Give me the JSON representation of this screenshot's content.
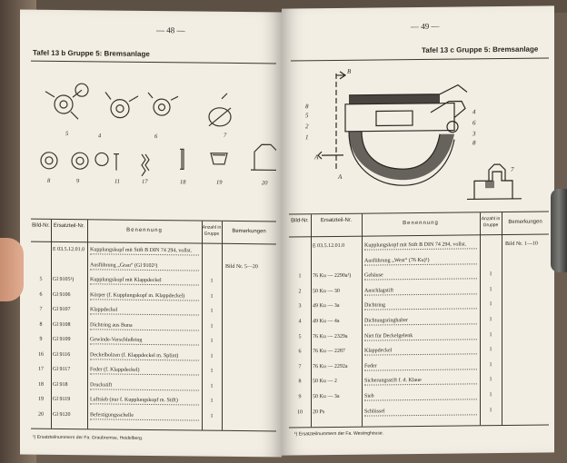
{
  "left_page": {
    "page_number": "— 48 —",
    "header": "Tafel 13 b   Gruppe 5: Bremsanlage",
    "figure_labels": [
      "4",
      "5",
      "6",
      "7",
      "8",
      "9",
      "11",
      "17",
      "18",
      "19",
      "20"
    ],
    "columns": [
      "Bild-Nr.",
      "Ersatzteil-Nr.",
      "Benennung",
      "Anzahl in Gruppe",
      "Bemerkungen"
    ],
    "rows": [
      {
        "bild": "",
        "nr": "E 03.5.12.01.0",
        "desc": "Kupplungskopf mit Stift B DIN 74 294, vollst.",
        "anz": "",
        "bem": ""
      },
      {
        "bild": "",
        "nr": "",
        "desc": "Ausführung „Grau“ (Gl 9102¹)",
        "anz": "",
        "bem": "Bild Nr. 5—20"
      },
      {
        "bild": "5",
        "nr": "Gl 9105¹)",
        "desc": "Kupplungskopf mit Klappdeckel",
        "anz": "1",
        "bem": ""
      },
      {
        "bild": "6",
        "nr": "Gl 9106",
        "desc": "Körper (f. Kupplungskopf m. Klappdeckel)",
        "anz": "1",
        "bem": ""
      },
      {
        "bild": "7",
        "nr": "Gl 9107",
        "desc": "Klappdeckel",
        "anz": "1",
        "bem": ""
      },
      {
        "bild": "8",
        "nr": "Gl 9108",
        "desc": "Dichtring aus Buna",
        "anz": "1",
        "bem": ""
      },
      {
        "bild": "9",
        "nr": "Gl 9109",
        "desc": "Gewinde-Verschlußring",
        "anz": "1",
        "bem": ""
      },
      {
        "bild": "16",
        "nr": "Gl 9116",
        "desc": "Deckelbolzen (f. Klappdeckel m. Splint)",
        "anz": "1",
        "bem": ""
      },
      {
        "bild": "17",
        "nr": "Gl 9117",
        "desc": "Feder (f. Klappdeckel)",
        "anz": "1",
        "bem": ""
      },
      {
        "bild": "18",
        "nr": "Gl 918",
        "desc": "Druckstift",
        "anz": "1",
        "bem": ""
      },
      {
        "bild": "19",
        "nr": "Gl 9119",
        "desc": "Luftsieb (nur f. Kupplungskopf m. Stift)",
        "anz": "1",
        "bem": ""
      },
      {
        "bild": "20",
        "nr": "Gl 9120",
        "desc": "Befestigungsschelle",
        "anz": "1",
        "bem": ""
      }
    ],
    "footnote": "¹) Ersatzteilnummern der Fa. Graubremse, Heidelberg."
  },
  "right_page": {
    "page_number": "— 49 —",
    "header": "Tafel 13 c   Gruppe 5: Bremsanlage",
    "figure_labels": [
      "B",
      "A",
      "A",
      "1",
      "2",
      "3",
      "4",
      "5",
      "6",
      "7",
      "8",
      "8"
    ],
    "columns": [
      "Bild-Nr.",
      "Ersatzteil-Nr.",
      "Benennung",
      "Anzahl in Gruppe",
      "Bemerkungen"
    ],
    "rows": [
      {
        "bild": "",
        "nr": "E 03.5.12.01.0",
        "desc": "Kupplungskopf mit Stift B DIN 74 294, vollst.",
        "anz": "",
        "bem": "Bild Nr. 1—10"
      },
      {
        "bild": "",
        "nr": "",
        "desc": "Ausführung „West“ (76 Ku)¹)",
        "anz": "",
        "bem": ""
      },
      {
        "bild": "1",
        "nr": "76 Ku — 2290a¹)",
        "desc": "Gehäuse",
        "anz": "1",
        "bem": ""
      },
      {
        "bild": "2",
        "nr": "50 Ku — 30",
        "desc": "Anschlagstift",
        "anz": "1",
        "bem": ""
      },
      {
        "bild": "3",
        "nr": "49 Ku — 3a",
        "desc": "Dichtring",
        "anz": "1",
        "bem": ""
      },
      {
        "bild": "4",
        "nr": "49 Ku — 4a",
        "desc": "Dichtungsringhalter",
        "anz": "1",
        "bem": ""
      },
      {
        "bild": "5",
        "nr": "76 Ku — 2329a",
        "desc": "Niet für Deckelgelenk",
        "anz": "1",
        "bem": ""
      },
      {
        "bild": "6",
        "nr": "76 Ku — 2287",
        "desc": "Klappdeckel",
        "anz": "1",
        "bem": ""
      },
      {
        "bild": "7",
        "nr": "76 Ku — 2292a",
        "desc": "Feder",
        "anz": "1",
        "bem": ""
      },
      {
        "bild": "8",
        "nr": "50 Ku — 2",
        "desc": "Sicherungsstift f. d. Klaue",
        "anz": "1",
        "bem": ""
      },
      {
        "bild": "9",
        "nr": "50 Ku — 3a",
        "desc": "Sieb",
        "anz": "1",
        "bem": ""
      },
      {
        "bild": "10",
        "nr": "20 Ps",
        "desc": "Schlüssel",
        "anz": "1",
        "bem": ""
      }
    ],
    "footnote": "¹) Ersatzteilnummern der Fa. Westinghouse."
  }
}
